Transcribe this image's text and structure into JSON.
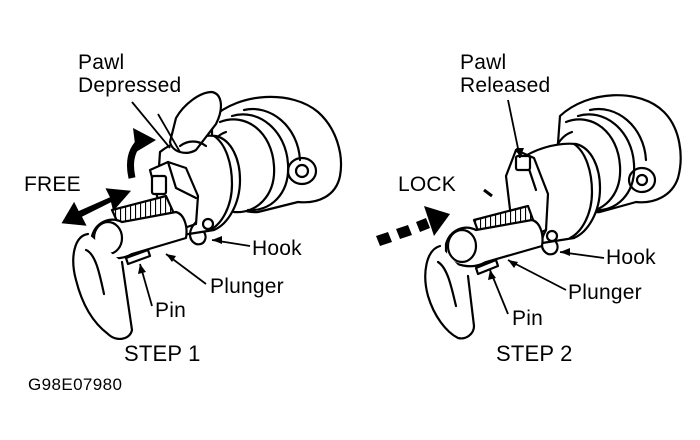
{
  "figure_code": "G98E07980",
  "step1": {
    "title": "STEP 1",
    "pawl_line1": "Pawl",
    "pawl_line2": "Depressed",
    "direction": "FREE",
    "hook": "Hook",
    "plunger": "Plunger",
    "pin": "Pin"
  },
  "step2": {
    "title": "STEP 2",
    "pawl_line1": "Pawl",
    "pawl_line2": "Released",
    "direction": "LOCK",
    "hook": "Hook",
    "plunger": "Plunger",
    "pin": "Pin"
  }
}
